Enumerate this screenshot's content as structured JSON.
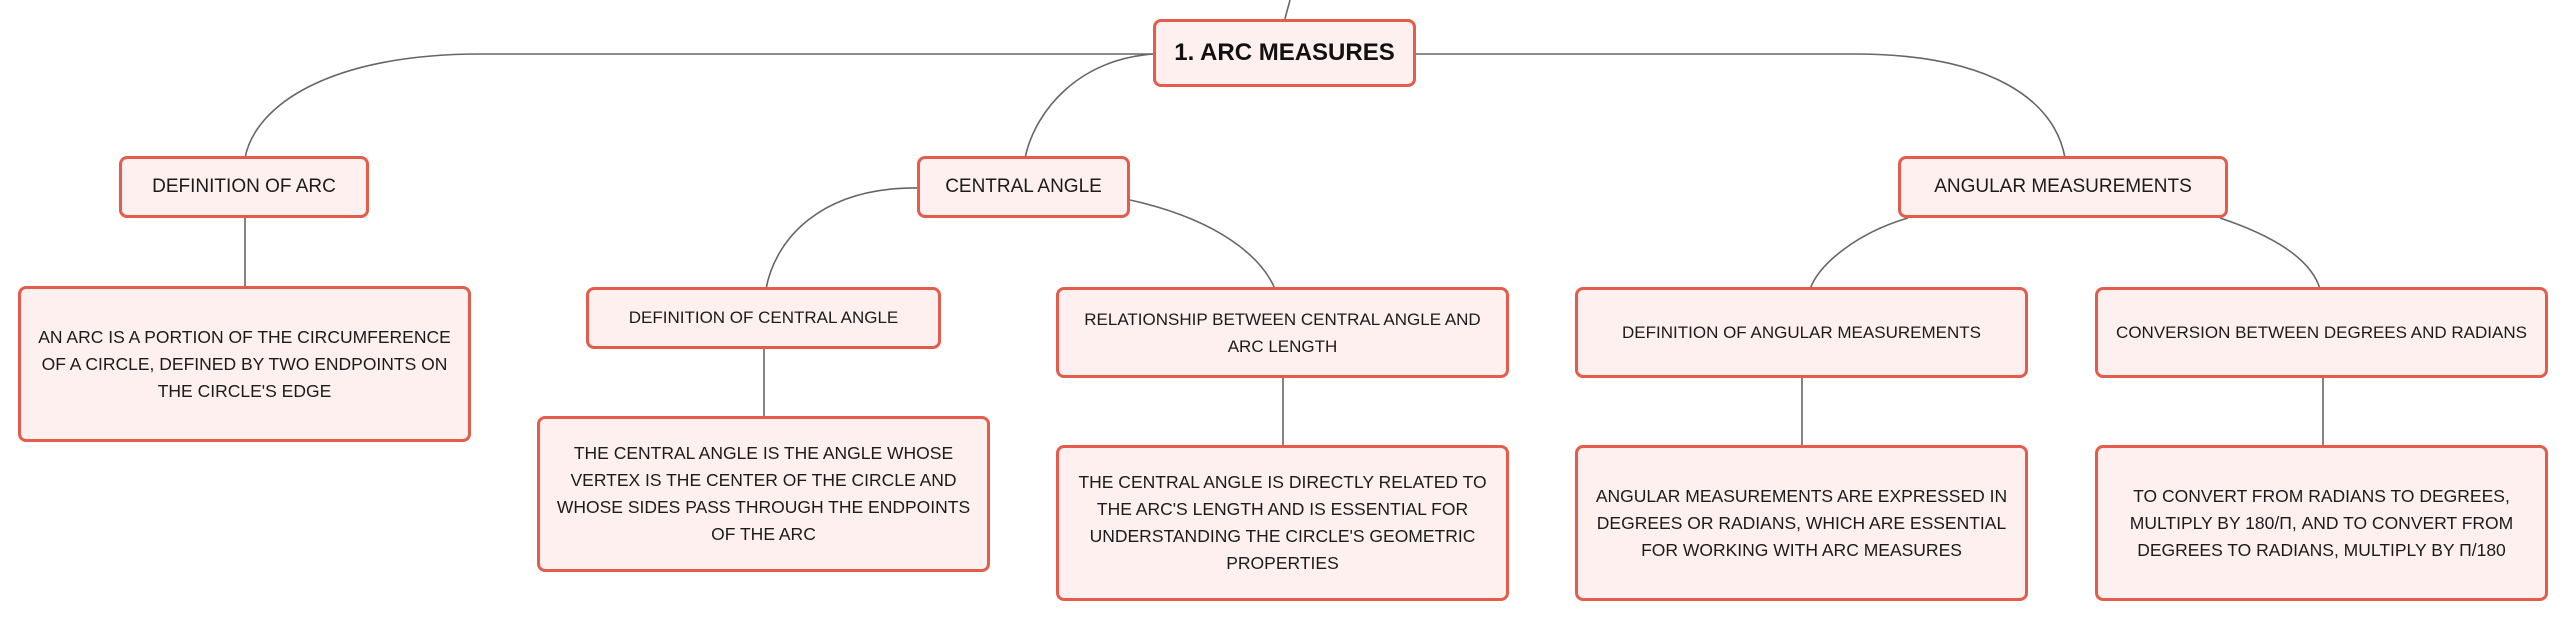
{
  "mindmap": {
    "root": {
      "label": "1. ARC MEASURES"
    },
    "definition_of_arc": {
      "label": "DEFINITION OF ARC",
      "text": "AN ARC IS A PORTION OF THE CIRCUMFERENCE OF A CIRCLE, DEFINED BY TWO ENDPOINTS ON THE CIRCLE'S EDGE"
    },
    "central_angle": {
      "label": "CENTRAL ANGLE",
      "definition": {
        "label": "DEFINITION OF CENTRAL ANGLE",
        "text": "THE CENTRAL ANGLE IS THE ANGLE WHOSE VERTEX IS THE CENTER OF THE CIRCLE AND WHOSE SIDES PASS THROUGH THE ENDPOINTS OF THE ARC"
      },
      "relationship": {
        "label": "RELATIONSHIP BETWEEN CENTRAL ANGLE AND ARC LENGTH",
        "text": "THE CENTRAL ANGLE IS DIRECTLY RELATED TO THE ARC'S LENGTH AND IS ESSENTIAL FOR UNDERSTANDING THE CIRCLE'S GEOMETRIC PROPERTIES"
      }
    },
    "angular_measurements": {
      "label": "ANGULAR MEASUREMENTS",
      "definition": {
        "label": "DEFINITION OF ANGULAR MEASUREMENTS",
        "text": "ANGULAR MEASUREMENTS ARE EXPRESSED IN DEGREES OR RADIANS, WHICH ARE ESSENTIAL FOR WORKING WITH ARC MEASURES"
      },
      "conversion": {
        "label": "CONVERSION BETWEEN DEGREES AND RADIANS",
        "text": "TO CONVERT FROM RADIANS TO DEGREES, MULTIPLY BY 180/Π, AND TO CONVERT FROM DEGREES TO RADIANS, MULTIPLY BY Π/180"
      }
    }
  },
  "colors": {
    "node_border": "#e45d4c",
    "node_fill": "#fdf0ee",
    "connector": "#666666"
  }
}
